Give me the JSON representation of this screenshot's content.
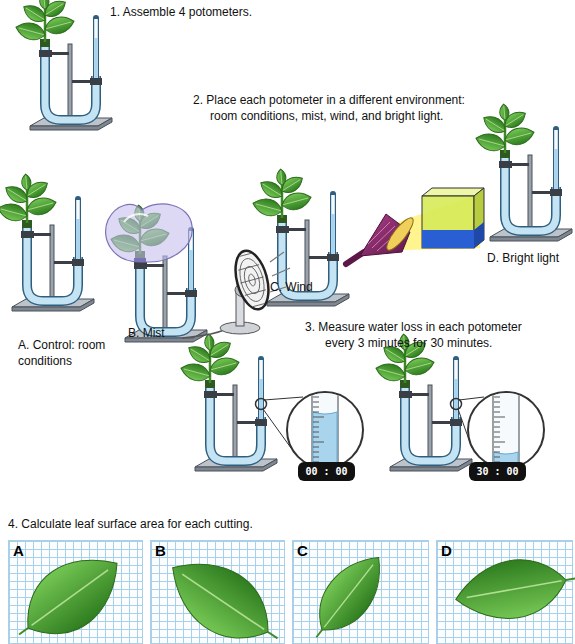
{
  "diagram": {
    "nodes": [
      {
        "text": [
          "00 : 00"
        ]
      },
      {
        "text": [
          "30 : 00"
        ]
      },
      {
        "text": [
          "A"
        ]
      },
      {
        "text": [
          "B"
        ]
      },
      {
        "text": [
          "C"
        ]
      },
      {
        "text": [
          "D"
        ]
      }
    ],
    "labels": [
      "1. Assemble 4 potometers.",
      "2. Place each potometer in a different environment: room conditions, mist, wind, and bright light.",
      "A. Control: room conditions",
      "B. Mist",
      "C. Wind",
      "D. Bright light",
      "3. Measure water loss in each potometer every 3 minutes for 30 minutes.",
      "4. Calculate leaf surface area for each cutting."
    ]
  }
}
